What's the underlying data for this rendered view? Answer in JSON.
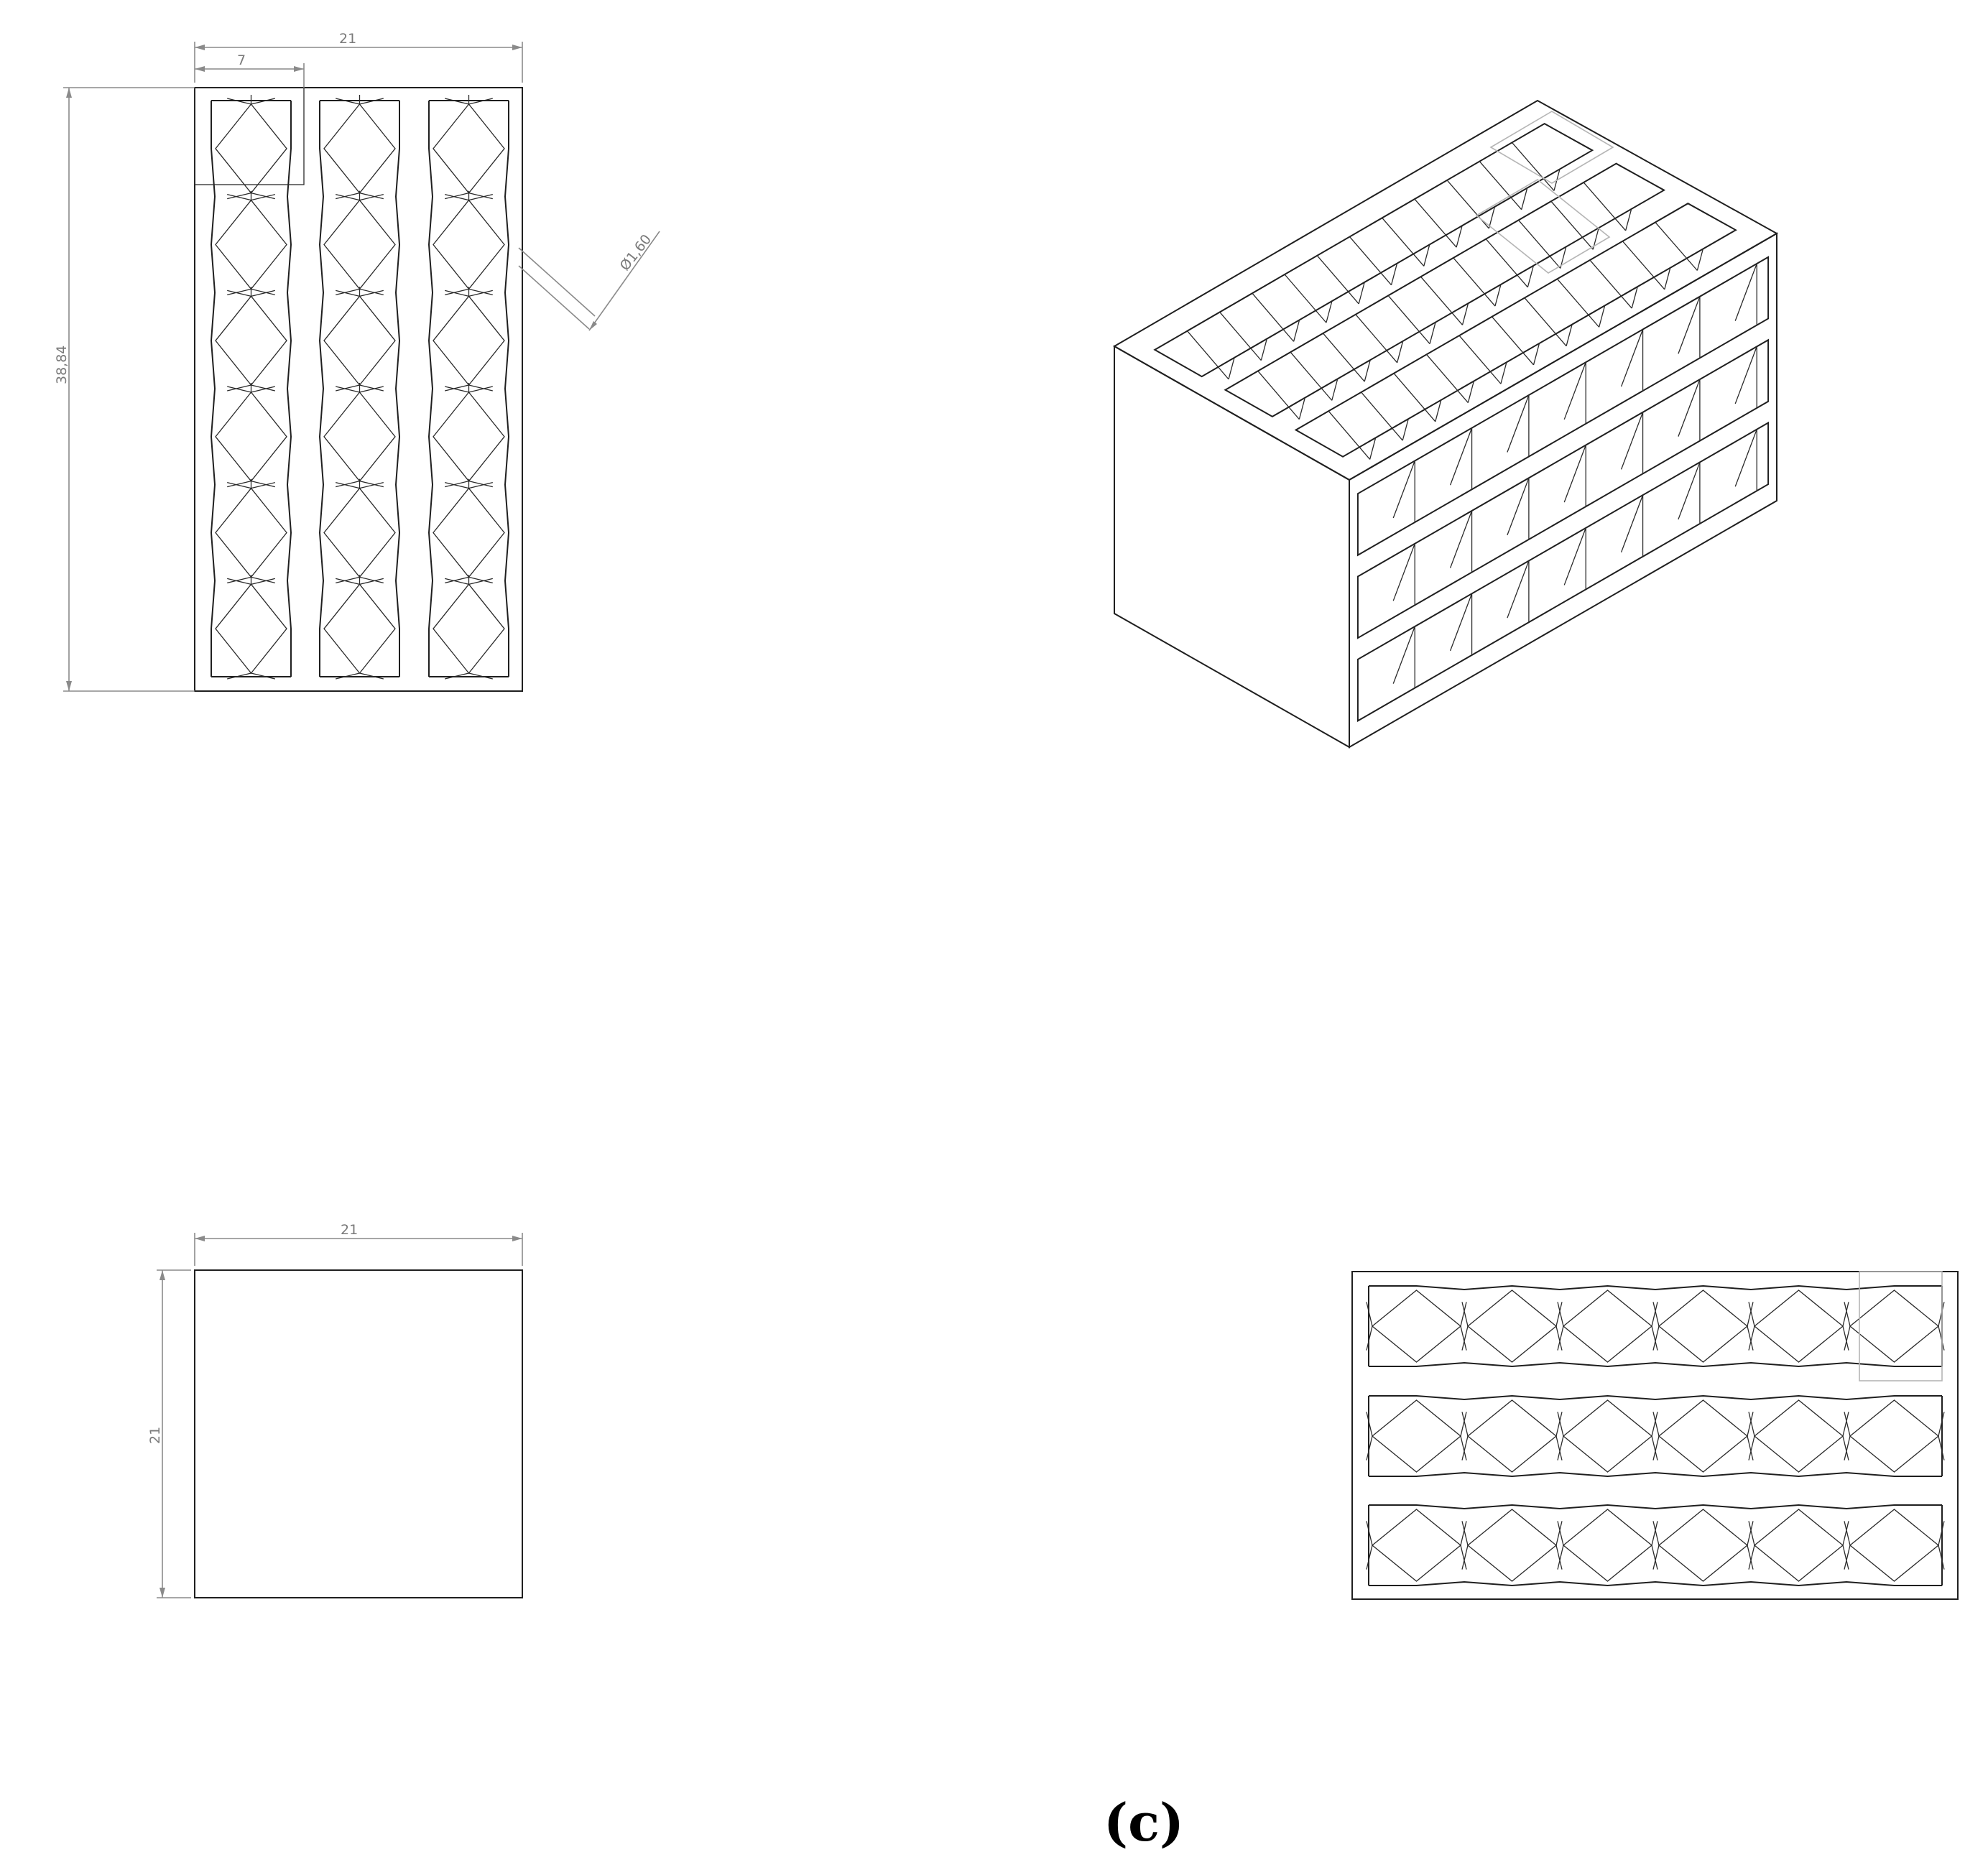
{
  "drawing": {
    "front_view": {
      "overall_width": "21",
      "channel_pitch": "7",
      "overall_height": "38,84",
      "hole_diameter": "Ø1,60"
    },
    "top_view": {
      "width": "21",
      "height": "21"
    },
    "caption": "(c)"
  }
}
